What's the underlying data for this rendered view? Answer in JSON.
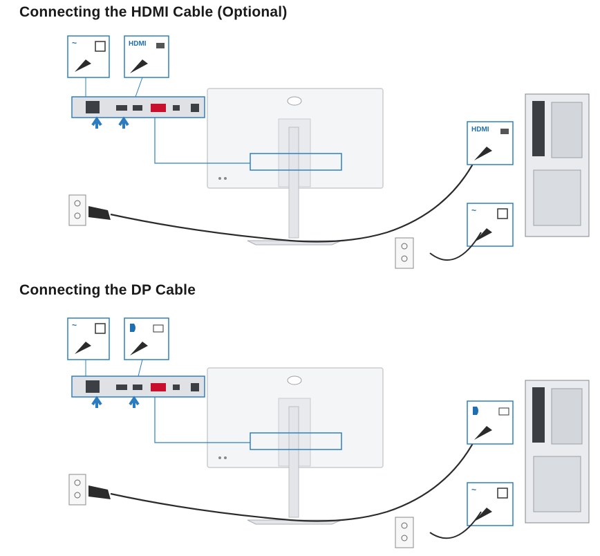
{
  "sections": [
    {
      "title": "Connecting the HDMI Cable (Optional)",
      "video_label": "HDMI",
      "power_symbol": "~"
    },
    {
      "title": "Connecting the DP Cable",
      "video_label": "",
      "power_symbol": "~"
    }
  ],
  "icons": [
    "monitor",
    "desktop-tower",
    "wall-outlet",
    "power-plug",
    "hdmi-connector",
    "displayport-connector",
    "arrow-up-icon"
  ],
  "colors": {
    "callout_blue": "#2e7fc2",
    "text": "#1a1a1a",
    "arrow": "#2a7bc0"
  }
}
